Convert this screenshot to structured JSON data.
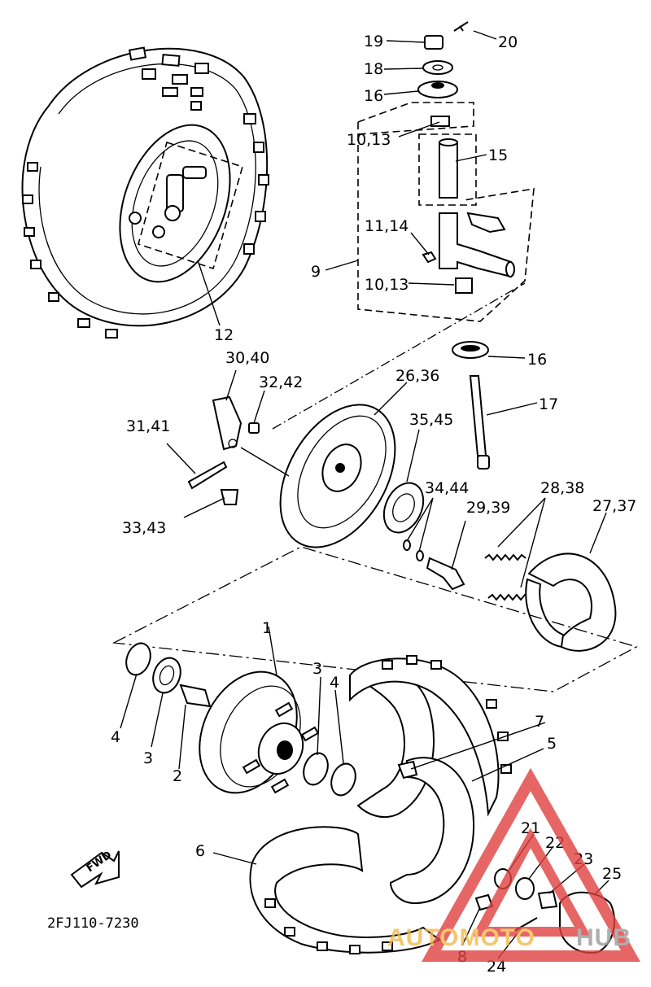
{
  "diagram": {
    "drawing_code": "2FJ110-7230",
    "fwd_label": "FWD",
    "part_labels": [
      {
        "id": "p1",
        "text": "1"
      },
      {
        "id": "p2",
        "text": "2"
      },
      {
        "id": "p3a",
        "text": "3"
      },
      {
        "id": "p3b",
        "text": "3"
      },
      {
        "id": "p4a",
        "text": "4"
      },
      {
        "id": "p4b",
        "text": "4"
      },
      {
        "id": "p5",
        "text": "5"
      },
      {
        "id": "p6",
        "text": "6"
      },
      {
        "id": "p7",
        "text": "7"
      },
      {
        "id": "p8",
        "text": "8"
      },
      {
        "id": "p9",
        "text": "9"
      },
      {
        "id": "p10a",
        "text": "10,13"
      },
      {
        "id": "p10b",
        "text": "10,13"
      },
      {
        "id": "p11",
        "text": "11,14"
      },
      {
        "id": "p12",
        "text": "12"
      },
      {
        "id": "p15",
        "text": "15"
      },
      {
        "id": "p16a",
        "text": "16"
      },
      {
        "id": "p16b",
        "text": "16"
      },
      {
        "id": "p17",
        "text": "17"
      },
      {
        "id": "p18",
        "text": "18"
      },
      {
        "id": "p19",
        "text": "19"
      },
      {
        "id": "p20",
        "text": "20"
      },
      {
        "id": "p21",
        "text": "21"
      },
      {
        "id": "p22",
        "text": "22"
      },
      {
        "id": "p23",
        "text": "23"
      },
      {
        "id": "p24",
        "text": "24"
      },
      {
        "id": "p25",
        "text": "25"
      },
      {
        "id": "p26",
        "text": "26,36"
      },
      {
        "id": "p27",
        "text": "27,37"
      },
      {
        "id": "p28",
        "text": "28,38"
      },
      {
        "id": "p29",
        "text": "29,39"
      },
      {
        "id": "p30",
        "text": "30,40"
      },
      {
        "id": "p31",
        "text": "31,41"
      },
      {
        "id": "p32",
        "text": "32,42"
      },
      {
        "id": "p33",
        "text": "33,43"
      },
      {
        "id": "p34",
        "text": "34,44"
      },
      {
        "id": "p35",
        "text": "35,45"
      }
    ]
  },
  "watermark": {
    "text_part1": "AUTOMOTO",
    "text_part2": "HUB",
    "colors": {
      "triangle": "#e04040",
      "text_part1": "#f2b84b",
      "text_part2": "#9a9a9a"
    }
  }
}
